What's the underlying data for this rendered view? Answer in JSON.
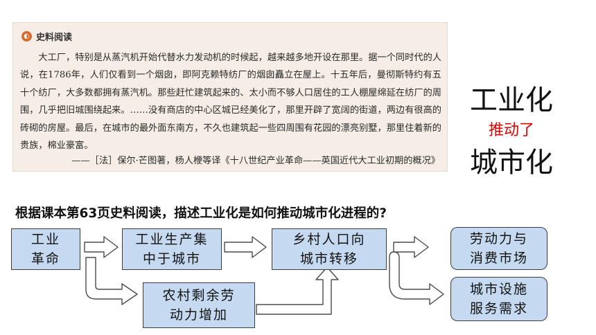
{
  "reading": {
    "badge_icon": "reading-badge-icon",
    "title": "史料阅读",
    "body": "大工厂，特别是从蒸汽机开始代替水力发动机的时候起，越来越多地开设在那里。据一个同时代的人说，在1786年，人们仅看到一个烟囱，即阿克赖特纺厂的烟囱矗立在屋上。十五年后，曼彻斯特约有五十个纺厂，大多数都拥有蒸汽机。那些赶忙建筑起来的、太小而不够人口居住的工人棚屋绵延在纺厂的周围，几乎把旧城围绕起来。……没有商店的中心区城已经美化了，那里开辟了宽阔的街道，两边有很高的砖砌的房屋。最后，在城市的最外面东南方，不久也建筑起一些四周围有花园的漂亮别墅，那里住着新的贵族，棉业豪富。",
    "source": "——［法］保尔·芒图著，杨人楩等译《十八世纪产业革命——英国近代大工业初期的概况》"
  },
  "side": {
    "top": "工业化",
    "middle": "推动了",
    "bottom": "城市化"
  },
  "question": "根据课本第63页史料阅读，描述工业化是如何推动城市化进程的?",
  "flow": {
    "n1": {
      "line1": "工业",
      "line2": "革命"
    },
    "n2": {
      "line1": "工业生产集",
      "line2": "中于城市"
    },
    "n3": {
      "line1": "乡村人口向",
      "line2": "城市转移"
    },
    "n4": {
      "line1": "农村剩余劳",
      "line2": "动力增加"
    },
    "n5": {
      "line1": "劳动力与",
      "line2": "消费市场"
    },
    "n6": {
      "line1": "城市设施",
      "line2": "服务需求"
    }
  },
  "colors": {
    "node_fill": "#c5d9f0",
    "highlight_red": "#e00000",
    "reading_bg": "#f6eee6"
  }
}
